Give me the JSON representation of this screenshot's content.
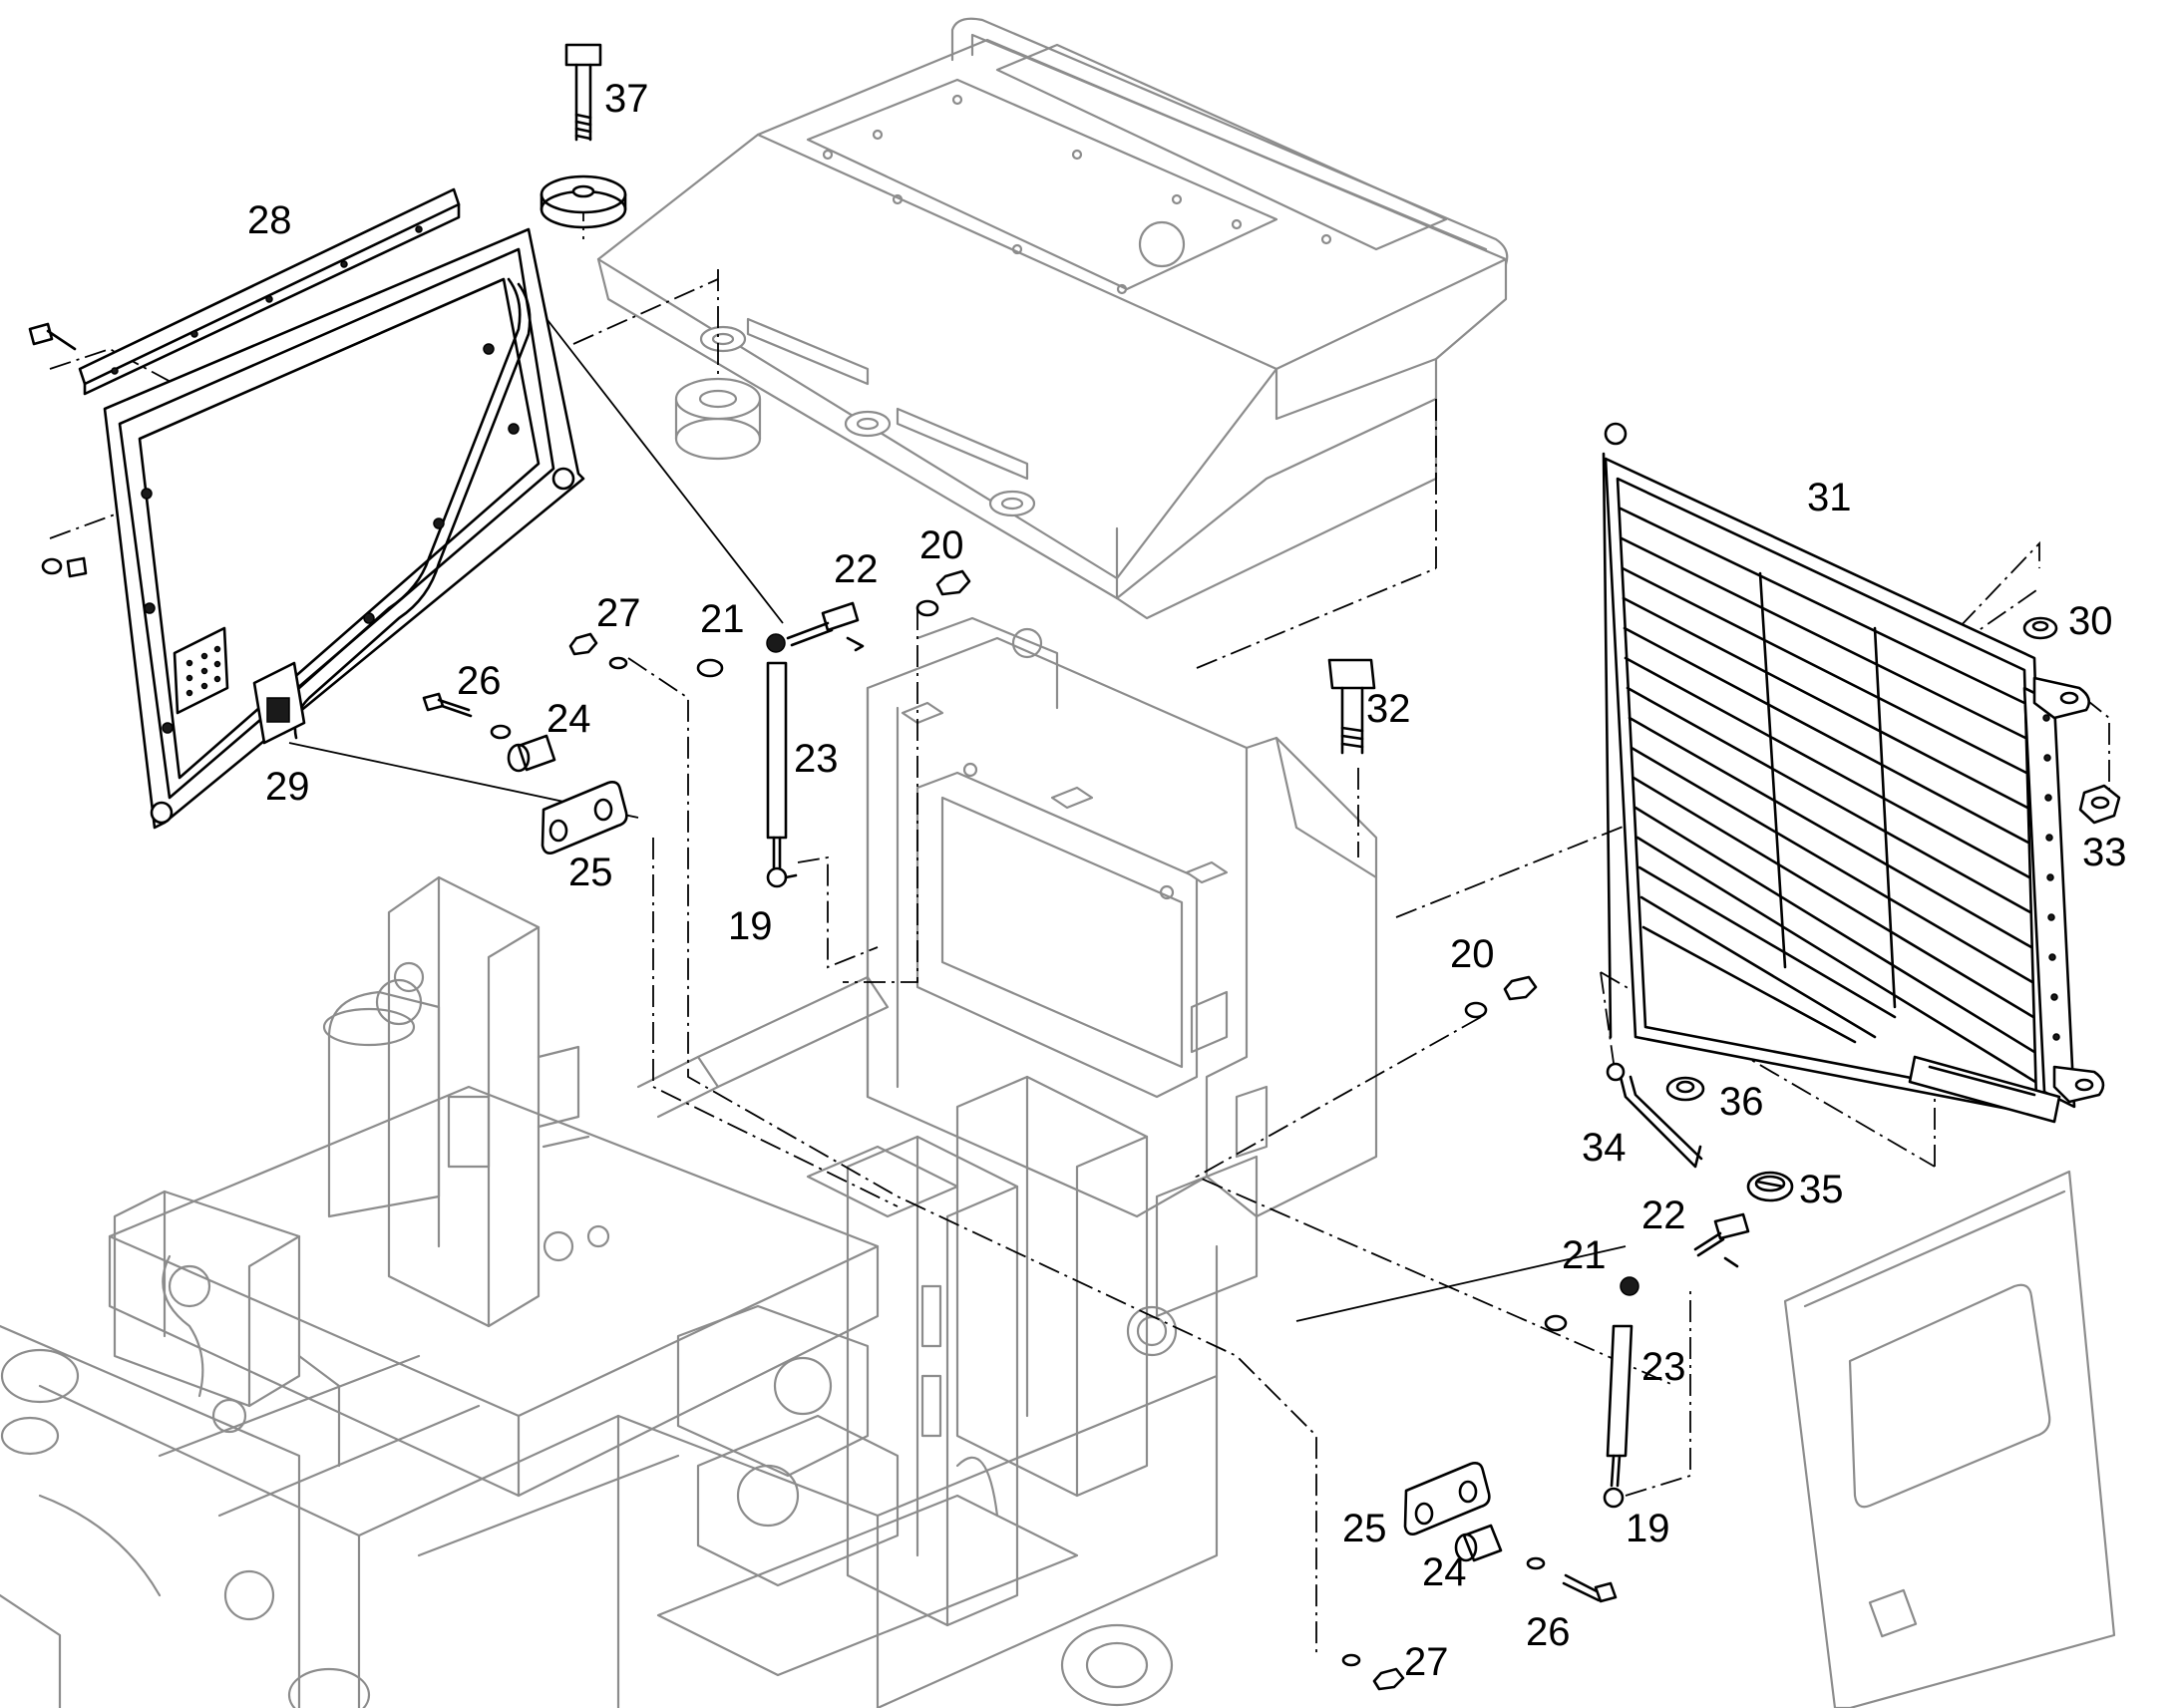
{
  "colors": {
    "line": "#000000",
    "ghost_line": "#8c8c8c",
    "background": "#ffffff"
  },
  "callouts": {
    "c19a": "19",
    "c19b": "19",
    "c20a": "20",
    "c20b": "20",
    "c21a": "21",
    "c21b": "21",
    "c22a": "22",
    "c22b": "22",
    "c23a": "23",
    "c23b": "23",
    "c24a": "24",
    "c24b": "24",
    "c25a": "25",
    "c25b": "25",
    "c26a": "26",
    "c26b": "26",
    "c27a": "27",
    "c27b": "27",
    "c28": "28",
    "c29": "29",
    "c30": "30",
    "c31": "31",
    "c32": "32",
    "c33": "33",
    "c34": "34",
    "c35": "35",
    "c36": "36",
    "c37": "37"
  }
}
